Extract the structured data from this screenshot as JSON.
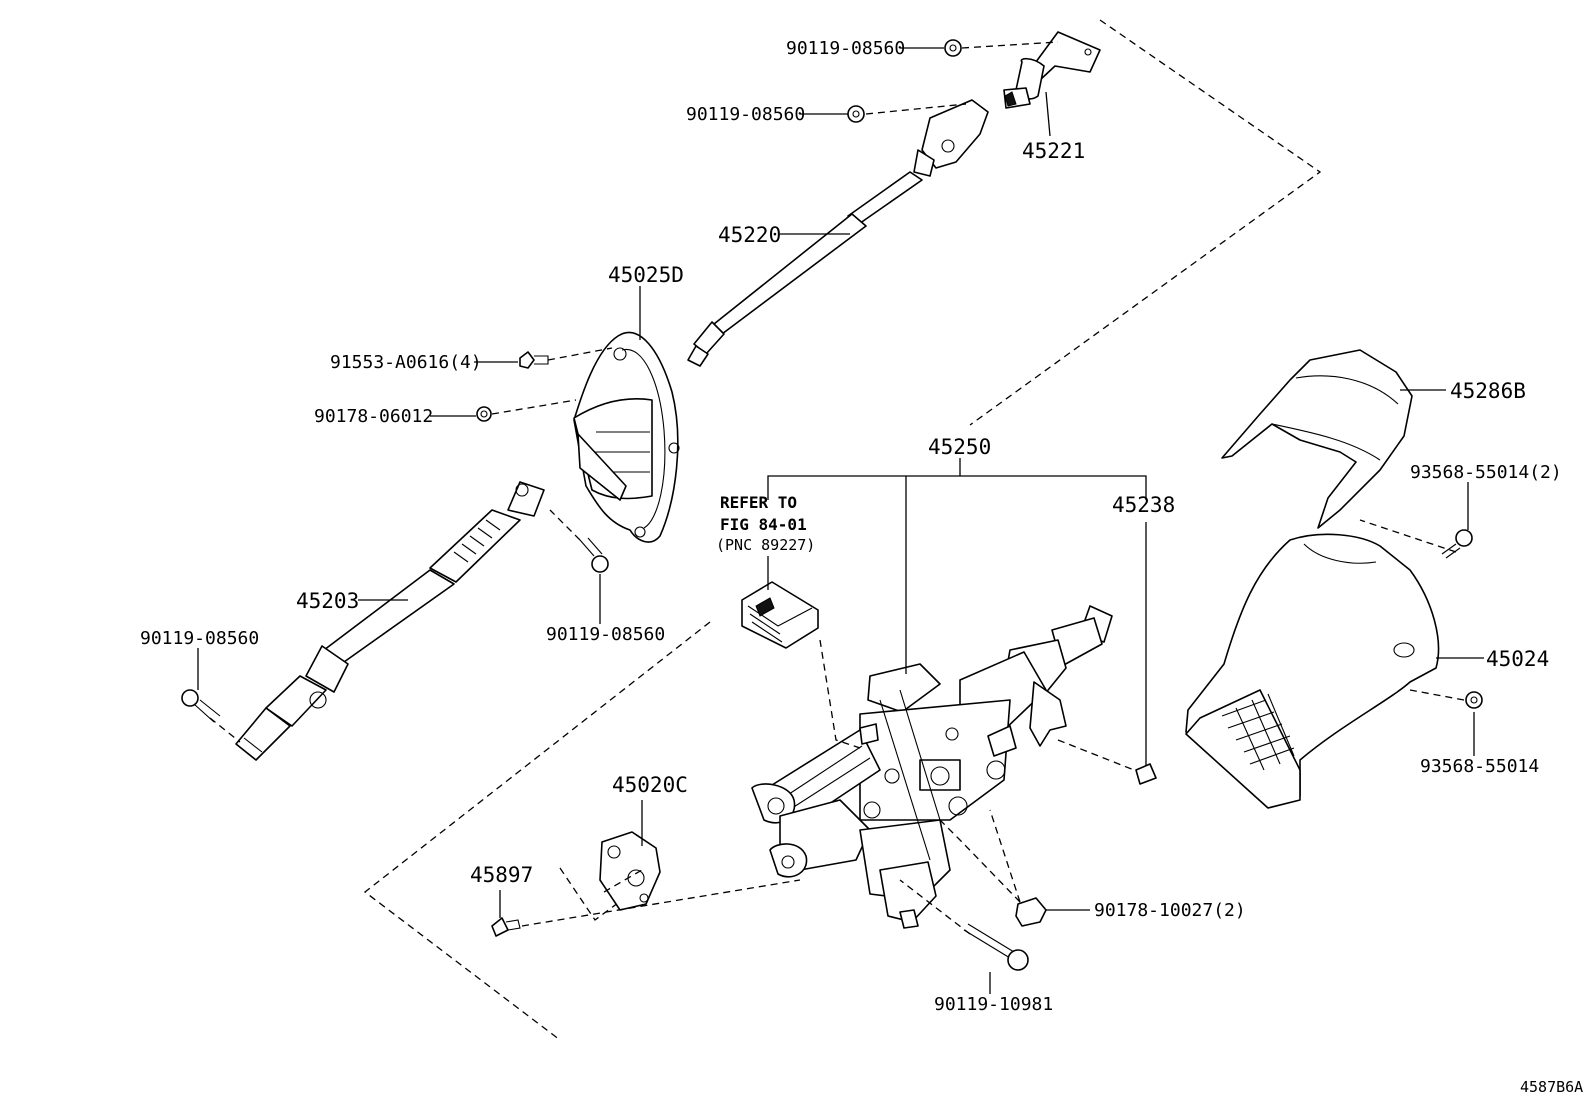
{
  "diagram": {
    "callouts": {
      "c_90119_08560_a": "90119-08560",
      "c_90119_08560_b": "90119-08560",
      "c_45221": "45221",
      "c_45220": "45220",
      "c_45025D": "45025D",
      "c_91553": "91553-A0616(4)",
      "c_90178_06012": "90178-06012",
      "c_45203": "45203",
      "c_90119_08560_c": "90119-08560",
      "c_90119_08560_d": "90119-08560",
      "c_45250": "45250",
      "c_45238": "45238",
      "c_45286B": "45286B",
      "c_93568_55014_2": "93568-55014(2)",
      "c_45024": "45024",
      "c_93568_55014": "93568-55014",
      "c_45020C": "45020C",
      "c_45897": "45897",
      "c_90178_10027": "90178-10027(2)",
      "c_90119_10981": "90119-10981"
    },
    "note": {
      "line1": "REFER TO",
      "line2": "FIG 84-01",
      "line3": "(PNC 89227)"
    },
    "figure_code": "4587B6A"
  }
}
